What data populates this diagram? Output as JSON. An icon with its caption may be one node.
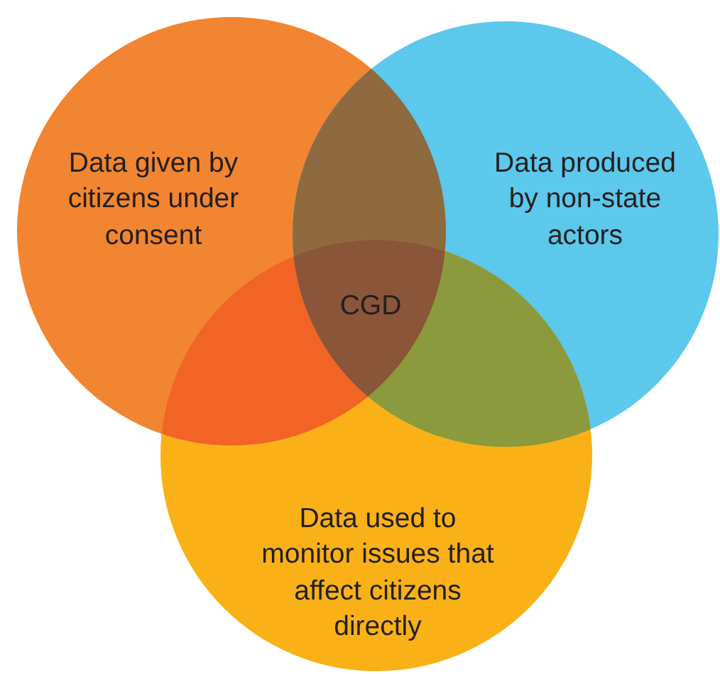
{
  "diagram": {
    "nodes": [
      {
        "text": [
          "Data given by citizens under consent"
        ]
      },
      {
        "text": [
          "Data produced by non-state actors"
        ]
      },
      {
        "text": [
          "Data used to monitor issues that affect citizens directly"
        ]
      }
    ],
    "labels": [
      "CGD"
    ]
  }
}
